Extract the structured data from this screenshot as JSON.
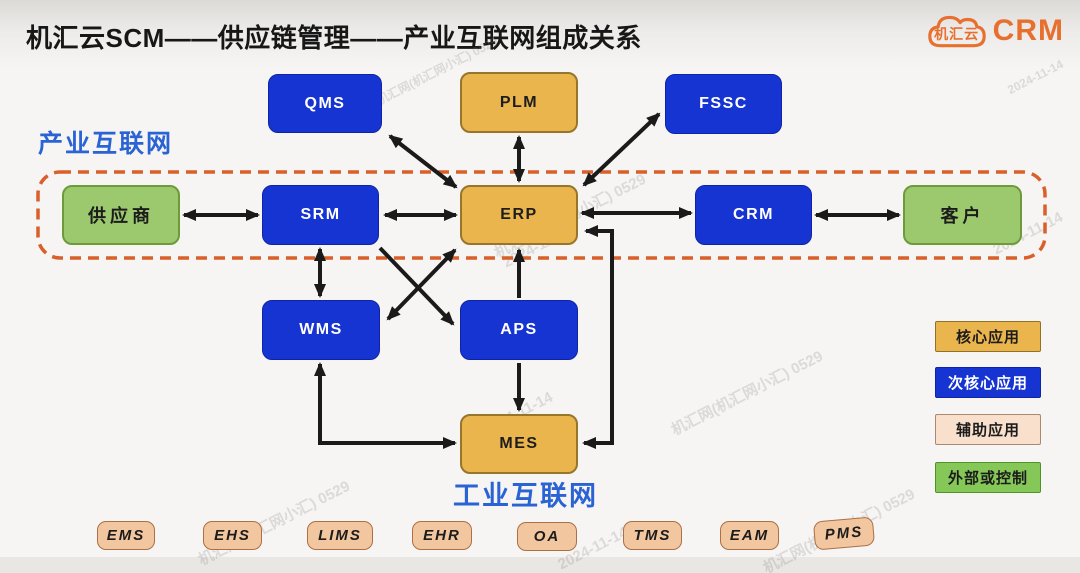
{
  "title": "机汇云SCM——供应链管理——产业互联网组成关系",
  "logo": {
    "cloud_text": "机汇云",
    "brand": "CRM"
  },
  "zones": {
    "industry": "产业互联网",
    "industrial": "工业互联网"
  },
  "nodes": {
    "qms": "QMS",
    "plm": "PLM",
    "fssc": "FSSC",
    "supplier": "供应商",
    "srm": "SRM",
    "erp": "ERP",
    "crm": "CRM",
    "customer": "客户",
    "wms": "WMS",
    "aps": "APS",
    "mes": "MES"
  },
  "legend": {
    "core": "核心应用",
    "subcore": "次核心应用",
    "aux": "辅助应用",
    "external": "外部或控制"
  },
  "bottom_apps": [
    "EMS",
    "EHS",
    "LIMS",
    "EHR",
    "OA",
    "TMS",
    "EAM",
    "PMS"
  ],
  "edges": [
    {
      "from": "供应商",
      "to": "SRM",
      "direction": "both"
    },
    {
      "from": "SRM",
      "to": "ERP",
      "direction": "both"
    },
    {
      "from": "ERP",
      "to": "CRM",
      "direction": "both"
    },
    {
      "from": "CRM",
      "to": "客户",
      "direction": "both"
    },
    {
      "from": "QMS",
      "to": "ERP",
      "direction": "both"
    },
    {
      "from": "PLM",
      "to": "ERP",
      "direction": "both"
    },
    {
      "from": "FSSC",
      "to": "ERP",
      "direction": "both"
    },
    {
      "from": "ERP",
      "to": "WMS",
      "direction": "both"
    },
    {
      "from": "SRM",
      "to": "APS",
      "direction": "to"
    },
    {
      "from": "SRM",
      "to": "WMS",
      "direction": "both"
    },
    {
      "from": "APS",
      "to": "ERP",
      "direction": "to"
    },
    {
      "from": "APS",
      "to": "MES",
      "direction": "to"
    },
    {
      "from": "WMS",
      "to": "MES",
      "direction": "both"
    },
    {
      "from": "ERP",
      "to": "MES",
      "direction": "both"
    }
  ],
  "watermark": {
    "line1": "机汇网(机汇网小汇) 0529",
    "line2": "2024-11-14"
  },
  "colors": {
    "core_yellow": "#EBB54D",
    "subcore_blue": "#1634D2",
    "aux_peach": "#F2C69F",
    "external_green": "#9CC96E",
    "dashed_border": "#D95F2B",
    "zone_label_blue": "#2A63D4",
    "brand_orange": "#E8702E",
    "arrow_black": "#1A1A1A"
  }
}
